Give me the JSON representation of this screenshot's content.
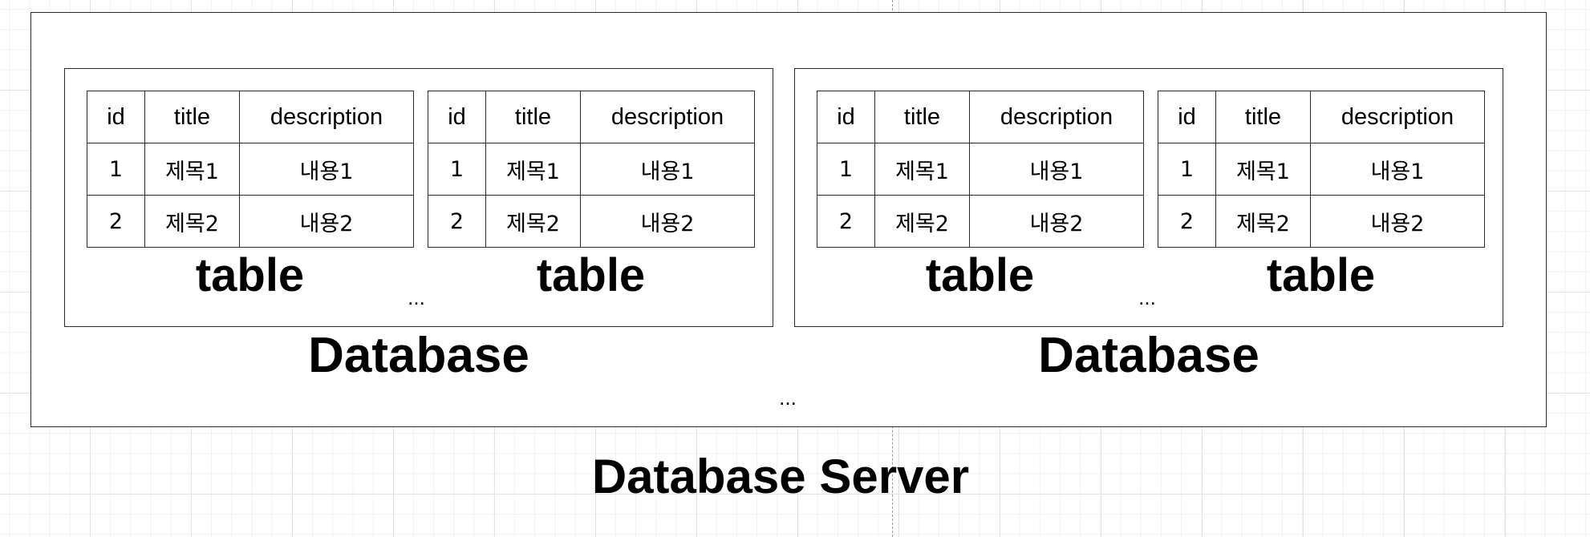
{
  "server": {
    "label": "Database Server",
    "ellipsis": "..."
  },
  "databases": [
    {
      "label": "Database",
      "ellipsis": "...",
      "tables": [
        {
          "label": "table",
          "headers": [
            "id",
            "title",
            "description"
          ],
          "rows": [
            [
              "1",
              "제목1",
              "내용1"
            ],
            [
              "2",
              "제목2",
              "내용2"
            ]
          ]
        },
        {
          "label": "table",
          "headers": [
            "id",
            "title",
            "description"
          ],
          "rows": [
            [
              "1",
              "제목1",
              "내용1"
            ],
            [
              "2",
              "제목2",
              "내용2"
            ]
          ]
        }
      ]
    },
    {
      "label": "Database",
      "ellipsis": "...",
      "tables": [
        {
          "label": "table",
          "headers": [
            "id",
            "title",
            "description"
          ],
          "rows": [
            [
              "1",
              "제목1",
              "내용1"
            ],
            [
              "2",
              "제목2",
              "내용2"
            ]
          ]
        },
        {
          "label": "table",
          "headers": [
            "id",
            "title",
            "description"
          ],
          "rows": [
            [
              "1",
              "제목1",
              "내용1"
            ],
            [
              "2",
              "제목2",
              "내용2"
            ]
          ]
        }
      ]
    }
  ]
}
